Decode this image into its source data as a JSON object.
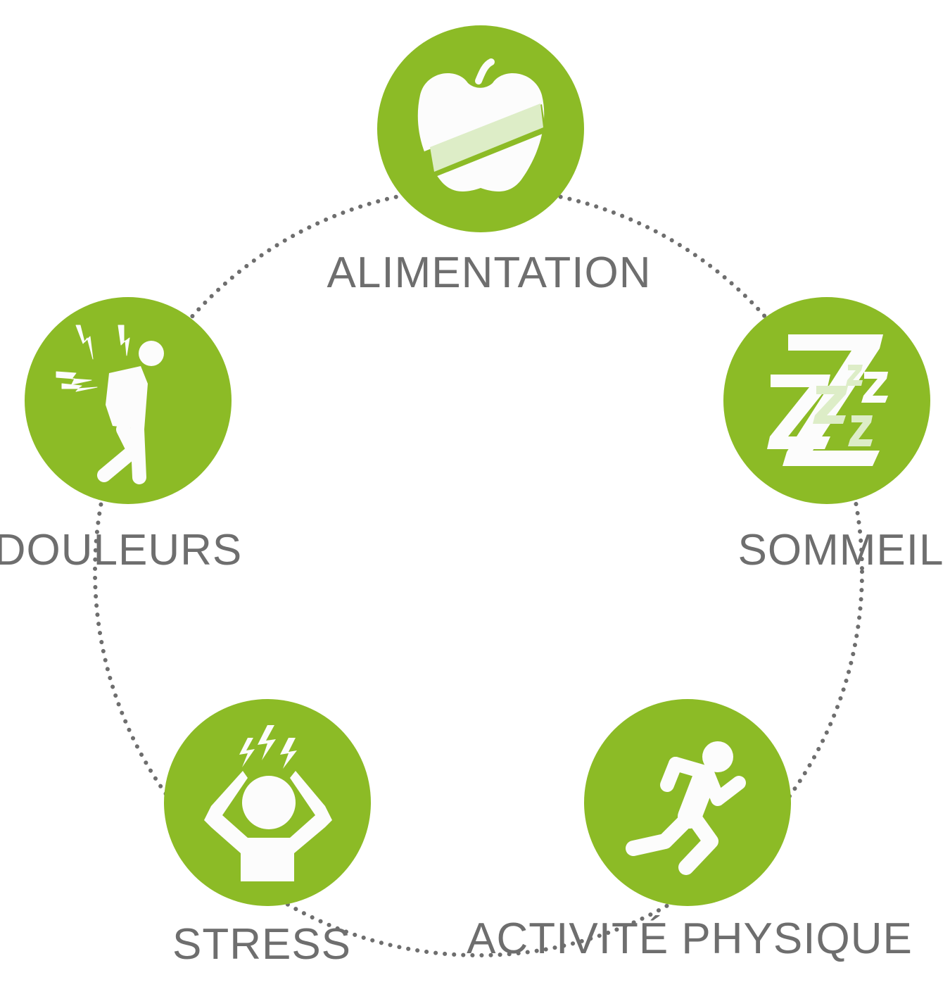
{
  "colors": {
    "circle": "#8cbb26",
    "icon": "#fcfcfc",
    "icon_light": "#ddedc7",
    "text": "#6e6e6e",
    "ring": "#6e6e6e"
  },
  "nodes": [
    {
      "id": "alimentation",
      "label": "ALIMENTATION",
      "icon": "apple-icon"
    },
    {
      "id": "sommeil",
      "label": "SOMMEIL",
      "icon": "sleep-zzz-icon"
    },
    {
      "id": "activite",
      "label": "ACTIVITÉ PHYSIQUE",
      "icon": "running-person-icon"
    },
    {
      "id": "stress",
      "label": "STRESS",
      "icon": "stressed-person-icon"
    },
    {
      "id": "douleurs",
      "label": "DOULEURS",
      "icon": "back-pain-icon"
    }
  ]
}
